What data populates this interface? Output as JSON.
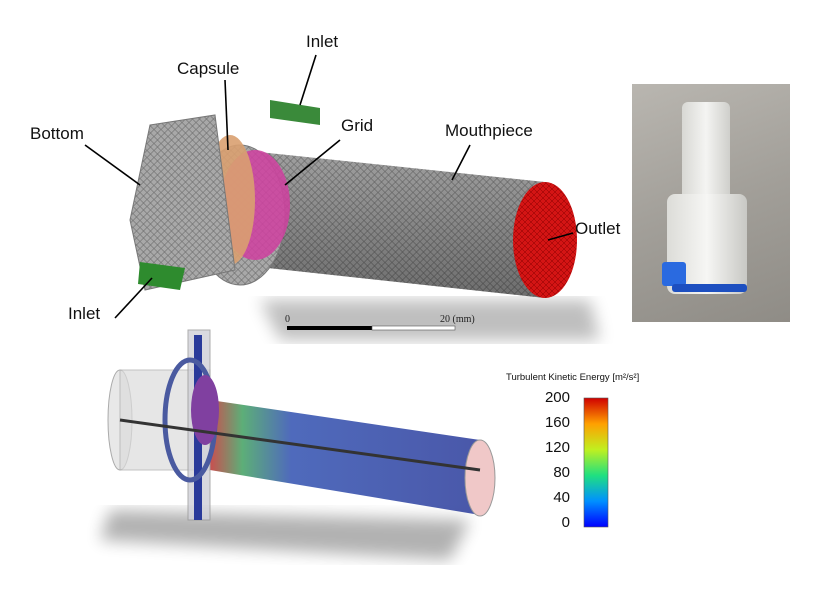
{
  "labels": {
    "inlet_top": "Inlet",
    "capsule": "Capsule",
    "grid": "Grid",
    "bottom": "Bottom",
    "mouthpiece": "Mouthpiece",
    "outlet": "Outlet",
    "inlet_bottom": "Inlet"
  },
  "scale_bar": {
    "start": "0",
    "end": "20 (mm)"
  },
  "colorbar": {
    "title": "Turbulent Kinetic Energy",
    "unit": "[m²/s²]",
    "ticks": [
      "200",
      "160",
      "120",
      "80",
      "40",
      "0"
    ],
    "range": [
      0,
      200
    ],
    "colormap": [
      "#0000ff",
      "#00b0ff",
      "#20e080",
      "#c0f020",
      "#ffa000",
      "#d00000"
    ]
  },
  "colors": {
    "mesh": "#9a9a9a",
    "outlet": "#d01010",
    "inlet": "#2e8b2e",
    "grid": "#d040a0",
    "capsule": "#d9a070"
  }
}
